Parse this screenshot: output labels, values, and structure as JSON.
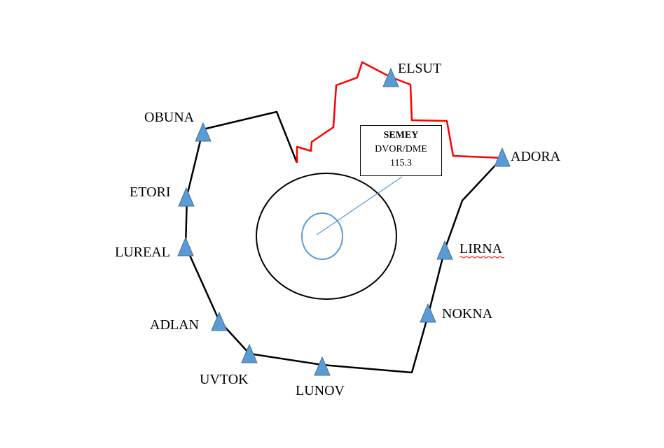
{
  "colors": {
    "boundary": "#000000",
    "red_route": "#ff0000",
    "triangle_fill": "#5b9bd5",
    "triangle_stroke": "#41719c",
    "inner_circle": "#5b9bd5",
    "leader_line": "#5b9bd5",
    "spellcheck_underline": "#ff0000"
  },
  "navaid": {
    "name": "SEMEY",
    "type": "DVOR/DME",
    "frequency": "115.3"
  },
  "waypoints": [
    {
      "id": "obuna",
      "label": "OBUNA"
    },
    {
      "id": "etori",
      "label": "ETORI"
    },
    {
      "id": "lureal",
      "label": "LUREAL"
    },
    {
      "id": "adlan",
      "label": "ADLAN"
    },
    {
      "id": "uvtok",
      "label": "UVTOK"
    },
    {
      "id": "lunov",
      "label": "LUNOV"
    },
    {
      "id": "nokna",
      "label": "NOKNA"
    },
    {
      "id": "lirna",
      "label": "LIRNA"
    },
    {
      "id": "adora",
      "label": "ADORA"
    },
    {
      "id": "elsut",
      "label": "ELSUT"
    }
  ]
}
